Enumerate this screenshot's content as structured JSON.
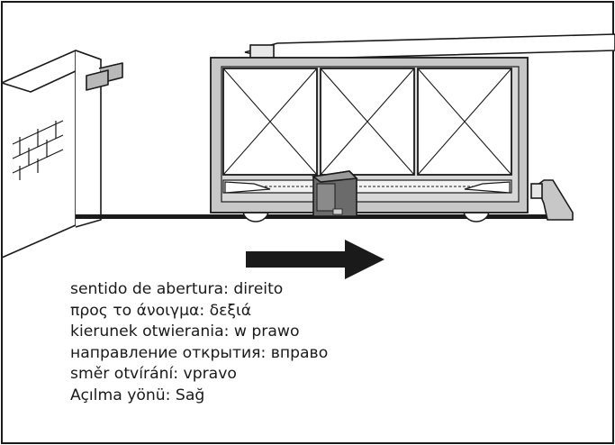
{
  "caption": {
    "lines": [
      "sentido de abertura: direito",
      "προς το άνοιγμα: δεξιά",
      "kierunek otwierania: w prawo",
      "направление открытия: вправо",
      "směr otvírání: vpravo",
      "Açılma yönü: Sağ"
    ]
  },
  "colors": {
    "outline": "#1a1a1a",
    "gate_fill": "#c7c7c7",
    "panel_fill": "#e3e3e3",
    "motor_fill": "#6b6b6b",
    "arrow": "#1a1a1a"
  },
  "figure": {
    "elements": [
      "brick-wall",
      "sliding-gate",
      "gate-motor",
      "ground-rail",
      "end-stop",
      "opening-direction-arrow"
    ],
    "opening_direction": "right"
  }
}
